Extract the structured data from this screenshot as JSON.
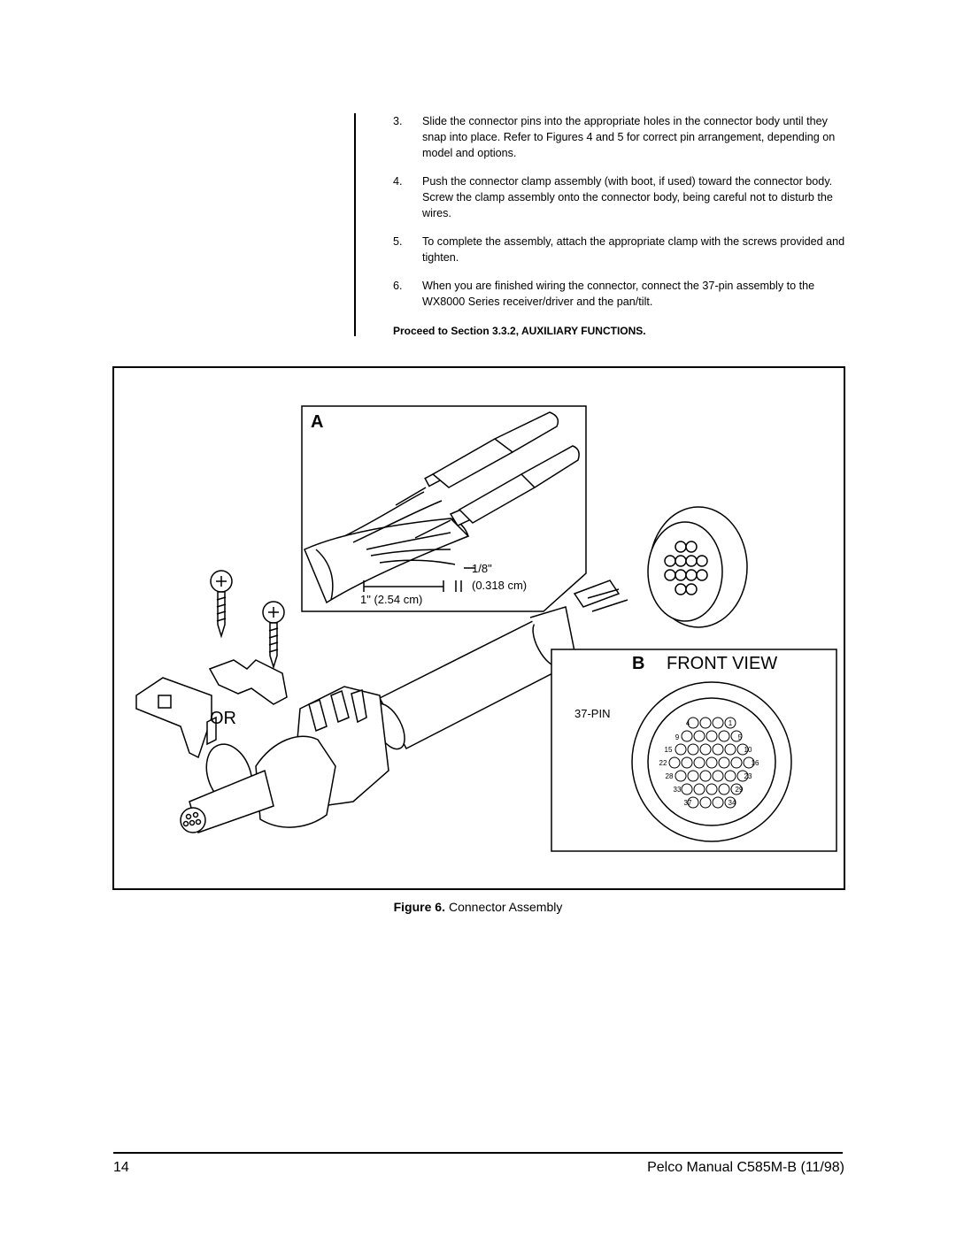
{
  "steps": [
    {
      "num": "3.",
      "text": "Slide the connector pins into the appropriate holes in the connector body until they snap into place. Refer to Figures 4 and 5 for correct pin arrangement, depending on model and options."
    },
    {
      "num": "4.",
      "text": "Push the connector clamp assembly (with boot, if used) toward the connector body. Screw the clamp assembly onto the connector body, being careful not to disturb the wires."
    },
    {
      "num": "5.",
      "text": "To complete the assembly, attach the appropriate clamp with the screws provided and tighten."
    },
    {
      "num": "6.",
      "text": "When you are finished wiring the connector, connect the 37-pin assembly to the WX8000 Series receiver/driver and the pan/tilt."
    }
  ],
  "proceed": "Proceed to Section 3.3.2, AUXILIARY FUNCTIONS.",
  "figure": {
    "inset_a_label": "A",
    "dim_1_8": "1/8\"",
    "dim_0318": "(0.318 cm)",
    "dim_1in": "1\" (2.54 cm)",
    "or_label": "OR",
    "front_view_letter": "B",
    "front_view_title": "FRONT VIEW",
    "pin_count_label": "37-PIN",
    "pin_numbers": [
      "4",
      "1",
      "9",
      "5",
      "15",
      "10",
      "22",
      "16",
      "28",
      "23",
      "33",
      "29",
      "37",
      "34"
    ],
    "caption_prefix": "Figure 6.",
    "caption_text": "Connector Assembly"
  },
  "footer": {
    "page_number": "14",
    "manual_id": "Pelco Manual C585M-B (11/98)"
  }
}
